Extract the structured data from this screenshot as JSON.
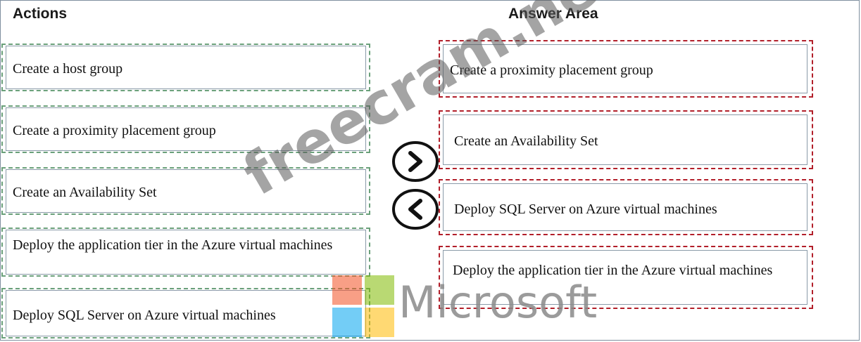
{
  "headers": {
    "actions": "Actions",
    "answer_area": "Answer Area"
  },
  "actions": [
    {
      "label": "Create a host group"
    },
    {
      "label": "Create a proximity placement group"
    },
    {
      "label": "Create an Availability Set"
    },
    {
      "label": "Deploy the application tier in the Azure virtual machines"
    },
    {
      "label": "Deploy SQL Server on Azure virtual machines"
    }
  ],
  "answer_area": [
    {
      "label": "Create a proximity placement group"
    },
    {
      "label": "Create an Availability Set"
    },
    {
      "label": "Deploy SQL Server on Azure virtual machines"
    },
    {
      "label": "Deploy the application tier in the Azure virtual machines"
    }
  ],
  "buttons": {
    "move_right_icon": "chevron-right-icon",
    "move_left_icon": "chevron-left-icon"
  },
  "watermarks": {
    "site": "freecram.net",
    "brand": "Microsoft"
  },
  "colors": {
    "action_border": "#6aa07a",
    "slot_border": "#b21f2a",
    "ms_red": "#f25022",
    "ms_green": "#7fba00",
    "ms_blue": "#00a4ef",
    "ms_yellow": "#ffb900"
  }
}
